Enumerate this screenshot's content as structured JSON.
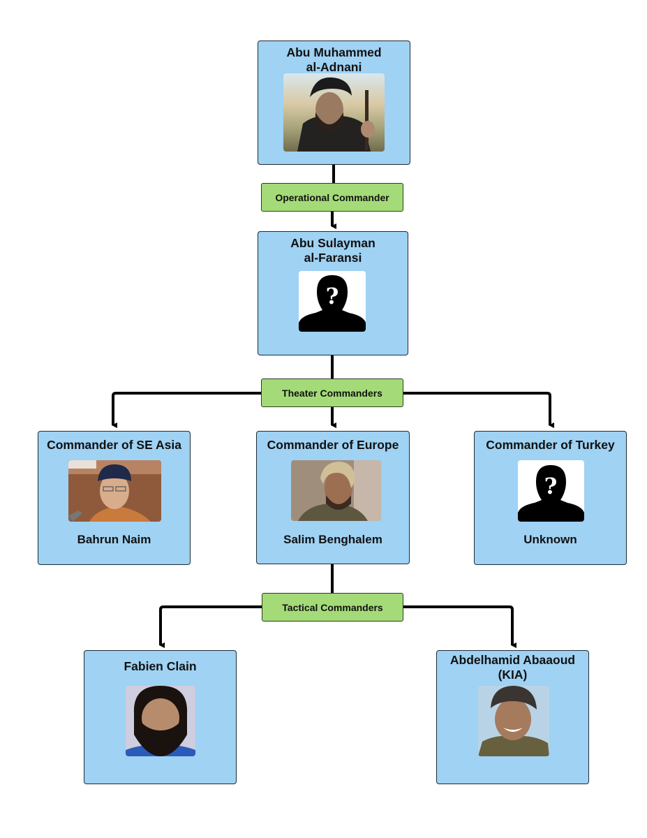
{
  "diagram": {
    "type": "org-chart",
    "colors": {
      "node_fill": "#9fd2f3",
      "label_fill": "#a4db78",
      "connector": "#000000"
    },
    "root": {
      "title_line1": "Abu Muhammed",
      "title_line2": "al-Adnani",
      "photo": "portrait-photo"
    },
    "operational_label": "Operational Commander",
    "operational": {
      "title_line1": "Abu Sulayman",
      "title_line2": "al-Faransi",
      "photo": "unknown-silhouette-icon"
    },
    "theater_label": "Theater Commanders",
    "theater": [
      {
        "title": "Commander of SE Asia",
        "name": "Bahrun Naim",
        "photo": "portrait-photo"
      },
      {
        "title": "Commander of Europe",
        "name": "Salim Benghalem",
        "photo": "portrait-photo"
      },
      {
        "title": "Commander of Turkey",
        "name": "Unknown",
        "photo": "unknown-silhouette-icon"
      }
    ],
    "tactical_label": "Tactical Commanders",
    "tactical": [
      {
        "title_line1": "Fabien Clain",
        "title_line2": "",
        "photo": "portrait-photo"
      },
      {
        "title_line1": "Abdelhamid Abaaoud",
        "title_line2": "(KIA)",
        "photo": "portrait-photo"
      }
    ]
  }
}
